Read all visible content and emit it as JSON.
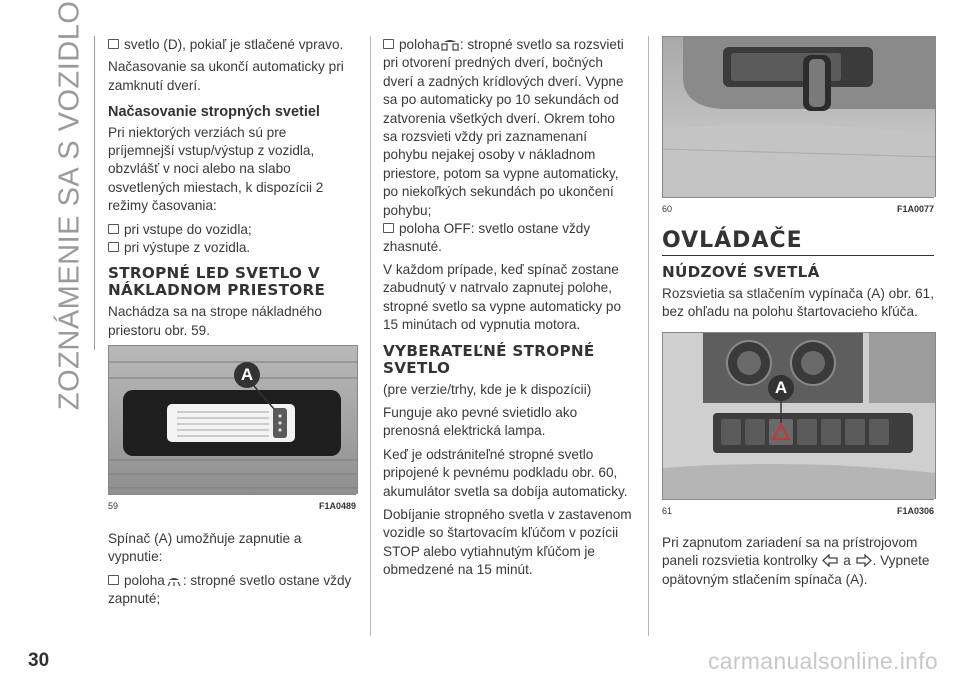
{
  "side_title": "ZOZNÁMENIE SA S VOZIDLOM",
  "page_number": "30",
  "watermark": "carmanualsonline.info",
  "col1": {
    "b1": "svetlo (D), pokiaľ je stlačené vpravo.",
    "p1": "Načasovanie sa ukončí automaticky pri zamknutí dverí.",
    "h_timing": "Načasovanie stropných svetiel",
    "p2": "Pri niektorých verziách sú pre príjemnejší vstup/výstup z vozidla, obzvlášť v noci alebo na slabo osvetlených miestach, k dispozícii 2 režimy časovania:",
    "b2": "pri vstupe do vozidla;",
    "b3": "pri výstupe z vozidla.",
    "h_cargo": "STROPNÉ LED SVETLO V NÁKLADNOM PRIESTORE",
    "p3": "Nachádza sa na strope nákladného priestoru obr. 59.",
    "fig_num": "59",
    "fig_code": "F1A0489",
    "fig_callout": "A",
    "p4": "Spínač (A) umožňuje zapnutie a vypnutie:",
    "b4_pre": "poloha",
    "b4_post": ": stropné svetlo ostane vždy zapnuté;"
  },
  "col2": {
    "b1_pre": "poloha",
    "b1_post": ": stropné svetlo sa rozsvieti pri otvorení predných dverí, bočných dverí a zadných krídlových dverí. Vypne sa po automaticky po 10 sekundách od zatvorenia všetkých dverí. Okrem toho sa rozsvieti vždy pri zaznamenaní pohybu nejakej osoby v nákladnom priestore, potom sa vypne automaticky, po niekoľkých sekundách po ukončení pohybu;",
    "b2": "poloha OFF: svetlo ostane vždy zhasnuté.",
    "p1": "V každom prípade, keď spínač zostane zabudnutý v natrvalo zapnutej polohe, stropné svetlo sa vypne automaticky po 15 minútach od vypnutia motora.",
    "h_removable": "VYBERATEĽNÉ STROPNÉ SVETLO",
    "p2": "(pre verzie/trhy, kde je k dispozícii)",
    "p3": "Funguje ako pevné svietidlo ako prenosná elektrická lampa.",
    "p4": "Keď je odstrániteľné stropné svetlo pripojené k pevnému podkladu obr. 60, akumulátor svetla sa dobíja automaticky.",
    "p5": "Dobíjanie stropného svetla v zastavenom vozidle so štartovacím kľúčom v pozícii STOP alebo vytiahnutým kľúčom je obmedzené na 15 minút."
  },
  "col3": {
    "fig60_num": "60",
    "fig60_code": "F1A0077",
    "h_controls": "OVLÁDAČE",
    "h_hazard": "NÚDZOVÉ SVETLÁ",
    "p1": "Rozsvietia sa stlačením vypínača (A) obr. 61, bez ohľadu na polohu štartovacieho kľúča.",
    "fig61_num": "61",
    "fig61_code": "F1A0306",
    "fig61_callout": "A",
    "p2_pre": "Pri zapnutom zariadení sa na prístrojovom paneli rozsvietia kontrolky",
    "p2_mid": "a",
    "p2_post": ". Vypnete opätovným stlačením spínača (A)."
  },
  "icons": [
    "square-bullet-icon",
    "lamp-on-icon",
    "door-lamp-icon",
    "left-arrow-indicator-icon",
    "right-arrow-indicator-icon"
  ],
  "colors": {
    "text": "#3a3a3a",
    "side_title": "#9a9a9a",
    "watermark": "#c8c8c8"
  }
}
